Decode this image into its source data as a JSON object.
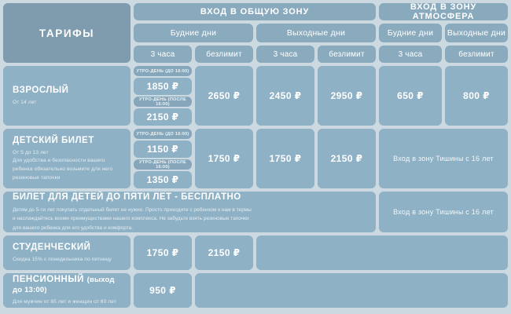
{
  "page": {
    "title": "ТАРИФЫ",
    "bg_color": "#cdd9e0",
    "cell_color": "#8fb1c5",
    "accent_color": "#7e9cad",
    "text_color": "#ffffff"
  },
  "header": {
    "tariffs_label": "ТАРИФЫ",
    "zones": [
      {
        "name": "ВХОД В ОБЩУЮ ЗОНУ"
      },
      {
        "name": "ВХОД В ЗОНУ АТМОСФЕРА"
      }
    ],
    "daytypes": [
      "Будние дни",
      "Выходные дни",
      "Будние дни",
      "Выходные дни"
    ],
    "durations": [
      "3 часа",
      "безлимит",
      "3 часа",
      "безлимит",
      "3 часа",
      "безлимит"
    ]
  },
  "rows": [
    {
      "id": "adult",
      "title": "ВЗРОСЛЫЙ",
      "subtitle": "От 14 лет",
      "split_cell": {
        "items": [
          {
            "label": "УТРО-ДЕНЬ (ДО 16:00)",
            "price": "1850 ₽"
          },
          {
            "label": "УТРО-ДЕНЬ (ПОСЛЕ 16:00)",
            "price": "2150 ₽"
          }
        ]
      },
      "prices": [
        "2650 ₽",
        "2450 ₽",
        "2950 ₽",
        "650 ₽",
        "800 ₽"
      ]
    },
    {
      "id": "child",
      "title": "ДЕТСКИЙ БИЛЕТ",
      "subtitle": "От 5 до 13 лет",
      "note": "Для удобства и безопасности вашего ребенка обязательно возьмите для него резиновые тапочки",
      "split_cell": {
        "items": [
          {
            "label": "УТРО-ДЕНЬ (ДО 16:00)",
            "price": "1150 ₽"
          },
          {
            "label": "УТРО-ДЕНЬ (ПОСЛЕ 16:00)",
            "price": "1350 ₽"
          }
        ]
      },
      "prices": [
        "1750 ₽",
        "1750 ₽",
        "2150 ₽"
      ],
      "atmosphere_note": "Вход в зону Тишины с 16 лет"
    },
    {
      "id": "free-under-five",
      "title": "БИЛЕТ ДЛЯ ДЕТЕЙ ДО ПЯТИ ЛЕТ - БЕСПЛАТНО",
      "description": "Детям до 5-ти лет покупать отдельный билет не нужно. Просто приходите с ребенком к нам в термы и наслаждайтесь всеми преимуществами нашего комплекса. Не забудьте взять резиновые тапочки для вашего ребенка для его удобства и комфорта.",
      "atmosphere_note": "Вход в зону Тишины с 16 лет"
    },
    {
      "id": "student",
      "title": "СТУДЕНЧЕСКИЙ",
      "subtitle": "Скидка 15% с понедельника по пятницу",
      "prices": [
        "1750 ₽",
        "2150 ₽"
      ]
    },
    {
      "id": "pensioner",
      "title": "ПЕНСИОННЫЙ",
      "title_suffix": "(выход до 13:00)",
      "subtitle": "Для мужчин от 65 лет и женщин от 60 лет",
      "prices": [
        "950 ₽"
      ]
    }
  ]
}
